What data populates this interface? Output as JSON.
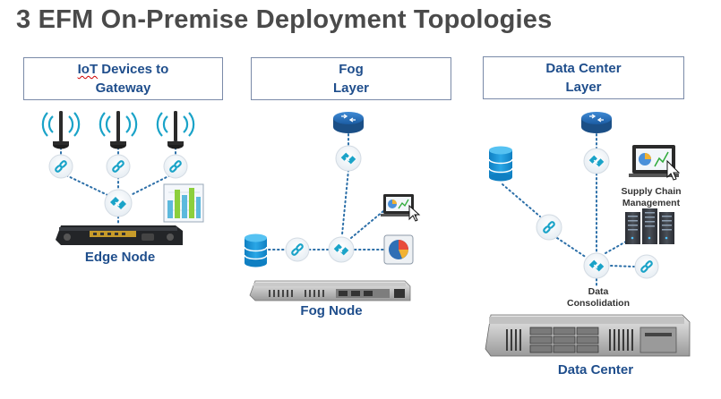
{
  "title": "3 EFM On-Premise Deployment Topologies",
  "columns": {
    "iot": {
      "header_line1_a": "IoT",
      "header_line1_b": " Devices to",
      "header_line2": "Gateway",
      "node_label": "Edge Node"
    },
    "fog": {
      "header_line1": "Fog",
      "header_line2": "Layer",
      "node_label": "Fog Node"
    },
    "dc": {
      "header_line1": "Data Center",
      "header_line2": "Layer",
      "node_label": "Data Center",
      "supply_chain_line1": "Supply Chain",
      "supply_chain_line2": "Management",
      "consolidation_line1": "Data",
      "consolidation_line2": "Consolidation"
    }
  },
  "colors": {
    "title": "#4a4a4a",
    "label_blue": "#1f4e8c",
    "accent_teal": "#1aa3c8",
    "dot_line": "#2c6fa8",
    "box_border": "#7a8aa8"
  },
  "icons": [
    "antenna-icon",
    "link-icon",
    "efm-hub-icon",
    "router-icon",
    "database-icon",
    "laptop-chart-icon",
    "pie-chart-icon",
    "bar-chart-icon",
    "server-rack-icon",
    "edge-router-device",
    "fog-server-device",
    "datacenter-server-device"
  ]
}
